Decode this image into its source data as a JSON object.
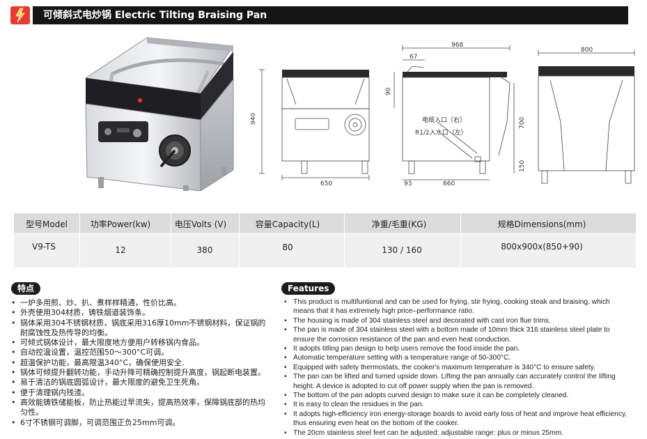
{
  "header": {
    "title": "可倾斜式电炒锅 Electric Tilting Braising Pan",
    "icon": "lightning-icon",
    "accent": "#e63b2e"
  },
  "drawing": {
    "dims": {
      "front_width": "650",
      "front_height": "940",
      "side_total": "968",
      "side_top": "67",
      "side_left": "93",
      "side_base": "660",
      "side_90": "90",
      "side_700": "700",
      "side_150": "150",
      "back_width": "800"
    },
    "labels": {
      "cable": "电缆入口（右）",
      "water": "R1/2入水口（左）"
    }
  },
  "spec_table": {
    "headers": [
      "型号Model",
      "功率Power(kw)",
      "电压Volts (V)",
      "容量Capacity(L)",
      "净重/毛重(KG)",
      "规格Dimensions(mm)"
    ],
    "row": [
      "V9-TS",
      "12",
      "380",
      "80",
      "130 / 160",
      "800x900x(850+90)"
    ]
  },
  "features_cn": {
    "title": "特点",
    "items": [
      "一炉多用煎、炒、扒、煮样样精通，性价比高。",
      "外壳使用304材质，铸铁烟道装饰条。",
      "锅体采用304不锈钢材质，锅底采用316厚10mm不锈钢材料，保证锅的耐腐蚀性及热传导的均衡。",
      "可倾式锅体设计，最大限度地方便用户转移锅内食品。",
      "自动控温设置，温控范围50～300°C可调。",
      "超温保护功能，最高限温340°C，确保使用安全.",
      "锅体可倾提升翻转功能，手动升降可精确控制提升高度，锅起断电装置。",
      "易于清洁的锅底圆弧设计，最大限度的避免卫生死角。",
      "便于清理锅内残渣。",
      "高效能铸铁储能板，防止热能过早流失，提高热效率，保障锅底部的热均匀性。",
      "6寸不锈钢可调脚，可调范围正负25mm可调。"
    ]
  },
  "features_en": {
    "title": "Features",
    "items": [
      "This product is multifuntional and can be used for frying, stir frying, cooking steak and braising, which means that it has extremely high price–performance ratio.",
      "The housing is made of 304 stainless steel and decorated with cast iron flue trims.",
      "The pan is made of 304 stainless steel with a bottom made of 10mm thick 316 stainless steel plate to ensure the corrosion resistance of the pan and even heat conduction.",
      "It adopts titling pan design to help users remove the food inside the pan.",
      "Automatic temperature setting with a temperature range of 50-300°C.",
      "Equipped with safety thermostats, the cooker's maximum temperature is 340°C to ensure safety.",
      "The pan can be lifted and turned upside down. Lifting the pan annually can accurately control the lifting height. A device is adopted to cut off power supply when the pan is removed.",
      "The bottom of the pan adopts curved design to make sure it can be completely cleaned.",
      "It is easy to clean the residues in the pan.",
      "It adopts high-efficiency iron energy-storage boards to avoid early loss of heat and improve heat efficiency, thus ensuring even heat on the bottom of the cooker.",
      "The 20cm stainless steel feet can be adjusted; adjustable range: plus or minus 25mm."
    ]
  }
}
